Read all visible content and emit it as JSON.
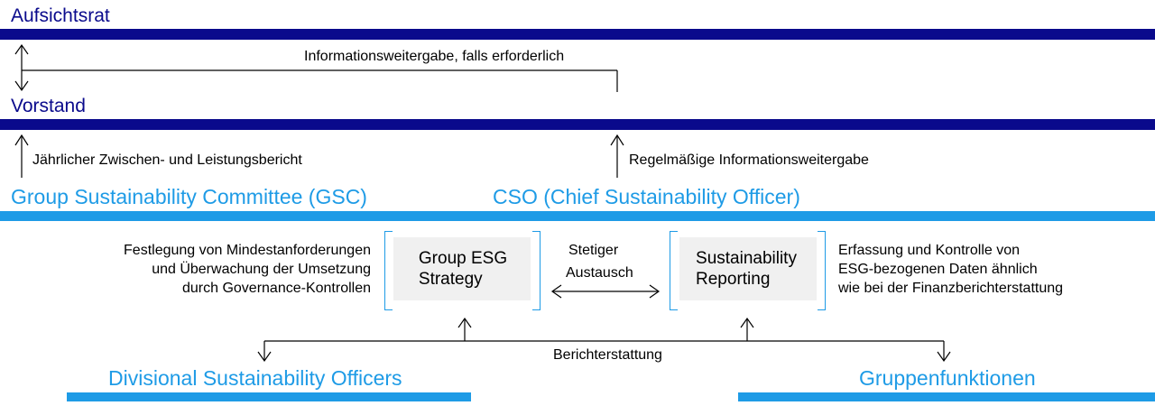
{
  "levels": {
    "aufsichtsrat": "Aufsichtsrat",
    "vorstand": "Vorstand",
    "gsc": "Group Sustainability Committee (GSC)",
    "cso": "CSO (Chief Sustainability Officer)",
    "divisional": "Divisional Sustainability Officers",
    "gruppenfunktionen": "Gruppenfunktionen"
  },
  "flows": {
    "info_if_needed": "Informationsweitergabe, falls erforderlich",
    "annual_report": "Jährlicher Zwischen- und Leistungsbericht",
    "regular_info": "Regelmäßige Informationsweitergabe",
    "exchange_line1": "Stetiger",
    "exchange_line2": "Austausch",
    "reporting": "Berichterstattung"
  },
  "boxes": {
    "strategy": {
      "line1": "Group ESG",
      "line2": "Strategy"
    },
    "reporting": {
      "line1": "Sustainability",
      "line2": "Reporting"
    }
  },
  "descriptions": {
    "left": [
      "Festlegung von Mindestanforderungen",
      "und Überwachung der Umsetzung",
      "durch Governance-Kontrollen"
    ],
    "right": [
      "Erfassung und Kontrolle von",
      "ESG-bezogenen Daten ähnlich",
      "wie bei der Finanzberichterstattung"
    ]
  },
  "colors": {
    "navy": "#0a0a8c",
    "blue": "#1e9be6",
    "box": "#f0f0f0"
  }
}
